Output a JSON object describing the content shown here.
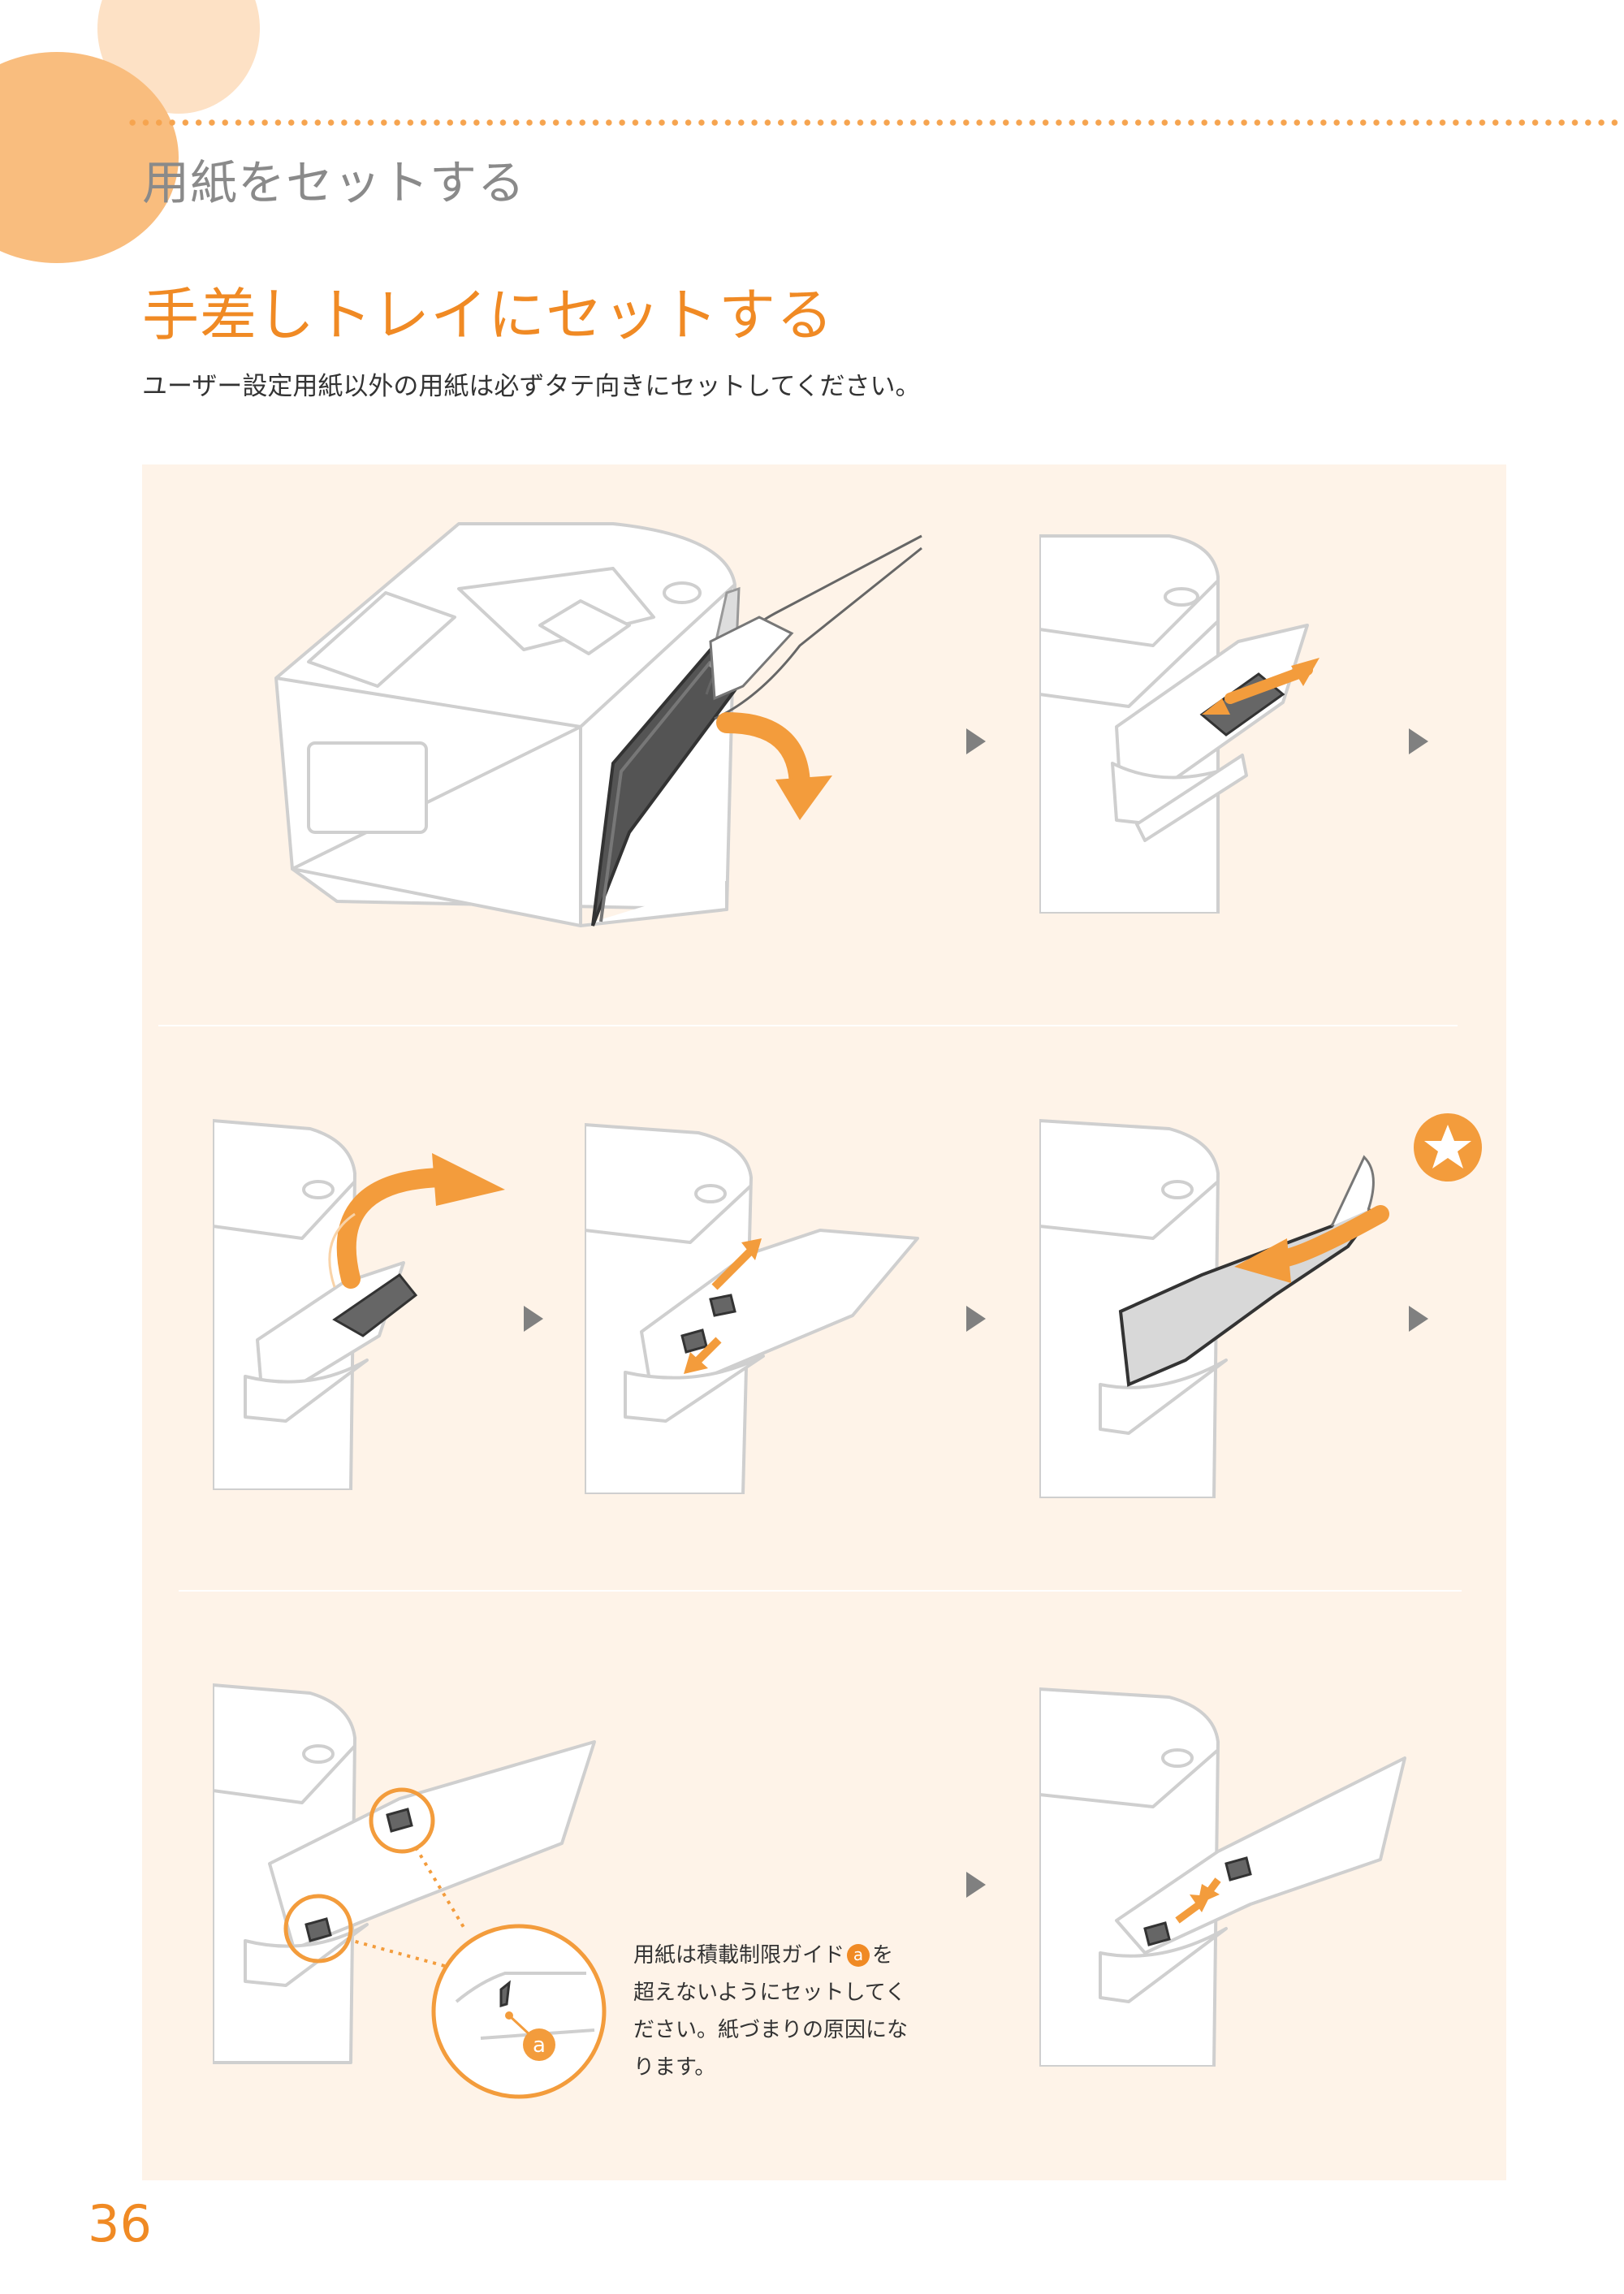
{
  "header": {
    "section_title": "用紙をセットする"
  },
  "page_heading": "手差しトレイにセットする",
  "intro_text": "ユーザー設定用紙以外の用紙は必ずタテ向きにセットしてください。",
  "steps": [
    {
      "id": "open-cover",
      "icon": "printer-open-cover-illustration"
    },
    {
      "id": "pull-extension",
      "icon": "tray-extension-illustration"
    },
    {
      "id": "flip-extension",
      "icon": "tray-flip-illustration"
    },
    {
      "id": "spread-guides",
      "icon": "paper-guide-illustration"
    },
    {
      "id": "load-paper",
      "icon": "load-paper-illustration"
    },
    {
      "id": "check-limit",
      "icon": "load-limit-guide-illustration"
    },
    {
      "id": "align-guides",
      "icon": "align-guides-illustration"
    }
  ],
  "note": {
    "line1_before": "用紙は積載制限ガイド",
    "badge": "a",
    "line1_after": "を",
    "rest": "超えないようにセットしてください。紙づまりの原因になります。"
  },
  "callout_label": "a",
  "star_icon": "star-icon",
  "page_number": "36",
  "colors": {
    "accent": "#f08a24",
    "panel_bg": "#fef3e8",
    "heading_gray": "#8a8a8a"
  }
}
